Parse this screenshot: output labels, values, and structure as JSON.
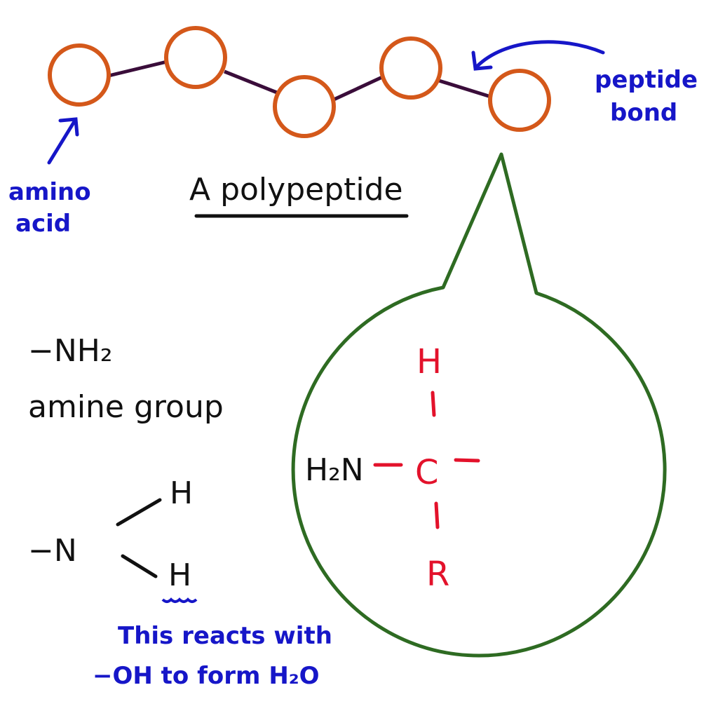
{
  "title": "A polypeptide",
  "labels": {
    "amino_acid_line1": "amino",
    "amino_acid_line2": "acid",
    "peptide_bond_line1": "peptide",
    "peptide_bond_line2": "bond"
  },
  "amine": {
    "formula": "−NH₂",
    "name": "amine group",
    "structure_n": "−N",
    "h_top": "H",
    "h_bottom": "H",
    "note_line1": "This reacts with",
    "note_line2": "−OH to form H₂O"
  },
  "amino_acid_structure": {
    "left_group": "H₂N",
    "center": "C",
    "top": "H",
    "bottom": "R"
  },
  "colors": {
    "circle": "#d4581a",
    "bond": "#3a0d3a",
    "annotation": "#1616c8",
    "bubble": "#2e6b22",
    "structure": "#e3122b"
  }
}
